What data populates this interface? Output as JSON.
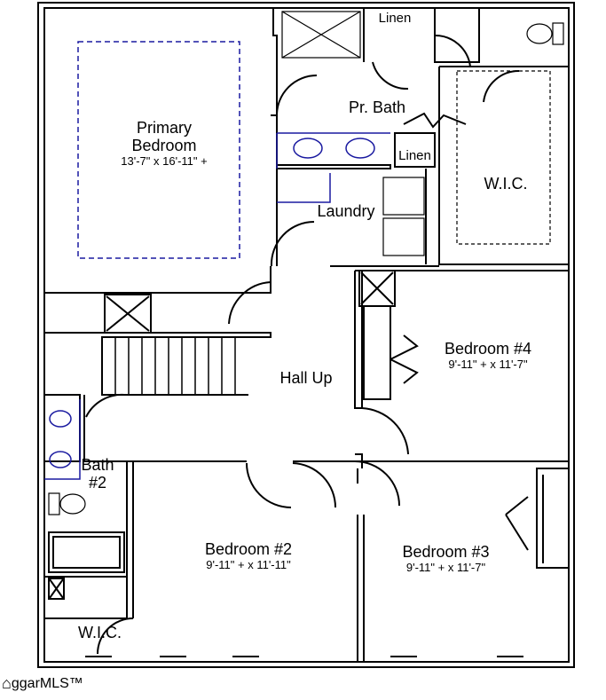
{
  "rooms": {
    "primary_bedroom": {
      "name_line1": "Primary",
      "name_line2": "Bedroom",
      "dims": "13'-7\" x 16'-11\" +"
    },
    "pr_bath": {
      "name": "Pr. Bath"
    },
    "linen_top": {
      "name": "Linen"
    },
    "linen_bottom": {
      "name": "Linen"
    },
    "wic_primary": {
      "name": "W.I.C."
    },
    "laundry": {
      "name": "Laundry"
    },
    "hall_up": {
      "name": "Hall Up"
    },
    "bedroom4": {
      "name": "Bedroom #4",
      "dims": "9'-11\" + x 11'-7\""
    },
    "bath2": {
      "name_line1": "Bath",
      "name_line2": "#2"
    },
    "bedroom2": {
      "name": "Bedroom #2",
      "dims": "9'-11\" + x 11'-11\""
    },
    "bedroom3": {
      "name": "Bedroom #3",
      "dims": "9'-11\" + x 11'-7\""
    },
    "wic_bedroom2": {
      "name": "W.I.C."
    }
  },
  "watermark": {
    "text": "ggarMLS™"
  },
  "colors": {
    "walls": "#000000",
    "fixtures": "#1a1aa0",
    "wall_fill": "#ffffff"
  }
}
